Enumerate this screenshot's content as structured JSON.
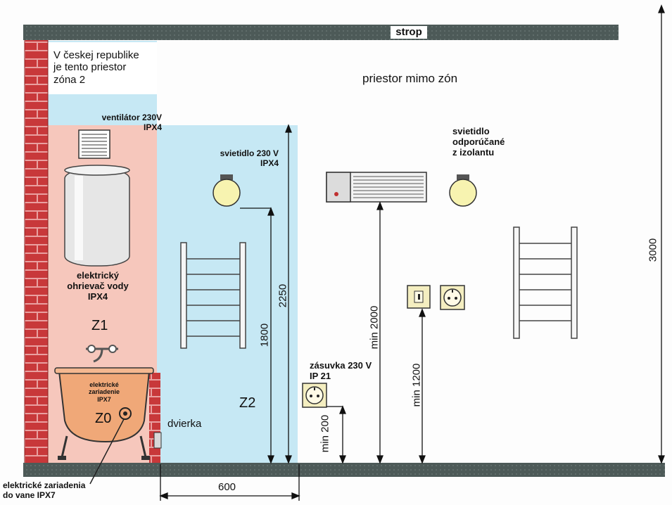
{
  "labels": {
    "ceiling": "strop",
    "czech_note": "V českej republike\nje tento priestor\nzóna 2",
    "outside_zones": "priestor mimo zón",
    "fan": "ventilátor 230V\nIPX4",
    "light_left": "svietidlo 230 V\nIPX4",
    "light_right": "svietidlo\nodporúčané\nz izolantu",
    "heater": "elektrický\nohrievač vody\nIPX4",
    "zone1": "Z1",
    "zone2": "Z2",
    "zone0": "Z0",
    "tub_device": "elektrické\nzariadenie\nIPX7",
    "door": "dvierka",
    "tub_note": "elektrické zariadenia\ndo vane IPX7",
    "socket": "zásuvka 230 V\nIP 21"
  },
  "dimensions": {
    "height_total": "3000",
    "zone2_height": "2250",
    "light_height": "1800",
    "heater_min": "min 2000",
    "switch_min": "min 1200",
    "socket_min": "min 200",
    "zone_width": "600"
  },
  "colors": {
    "brick": "#c8383a",
    "mortar": "#e9a0a0",
    "zone1": "#f6c7bc",
    "zone2": "#c6e8f4",
    "tub": "#f0a878",
    "slab": "#4d5a58",
    "socket_plate": "#f4eec0"
  }
}
